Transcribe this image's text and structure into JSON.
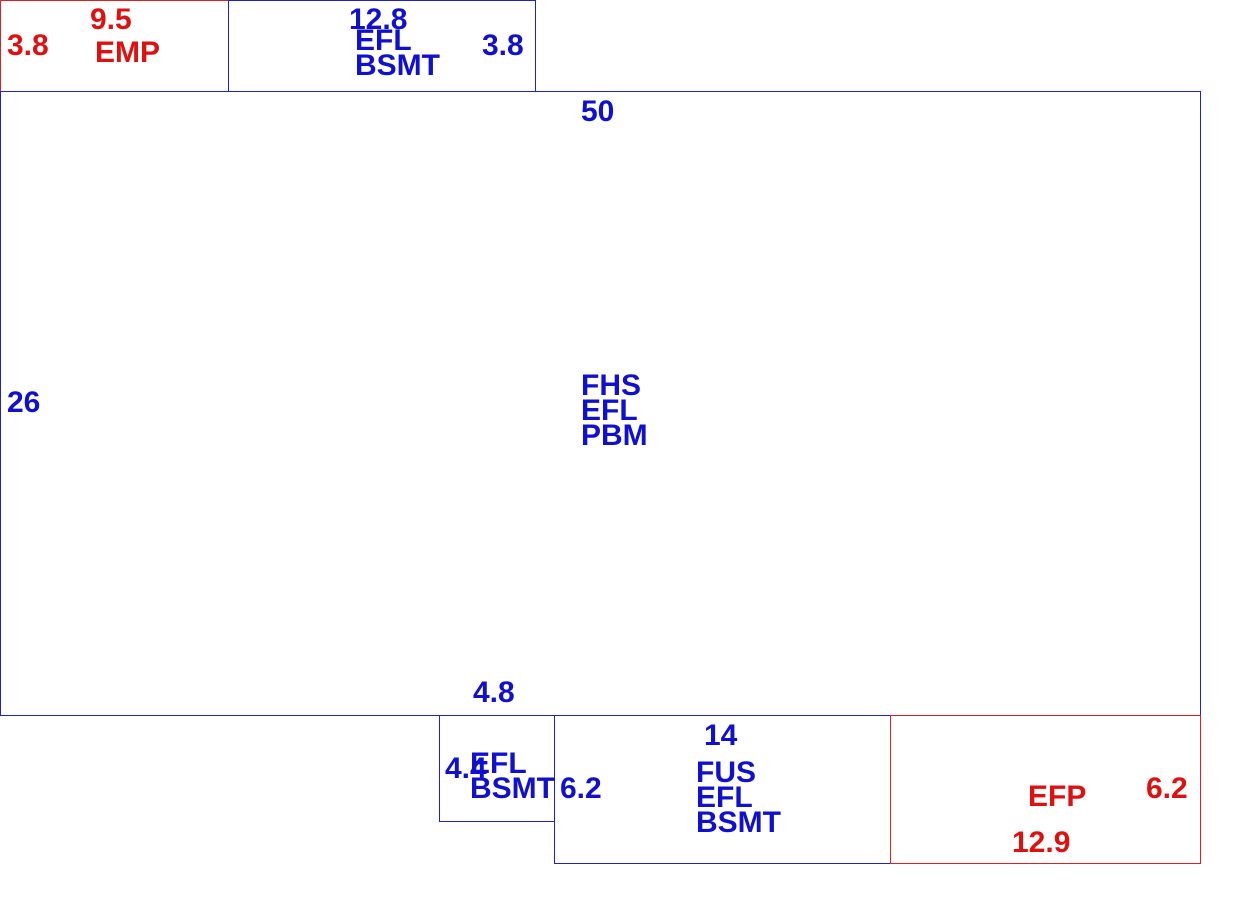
{
  "colors": {
    "living": "#1010d0",
    "porch": "#e01010"
  },
  "areas": {
    "emp": {
      "code": "EMP",
      "dim_top": "9.5",
      "dim_side": "3.8"
    },
    "bsmt_top": {
      "codes": [
        "EFL",
        "BSMT"
      ],
      "dim_top": "12.8",
      "dim_side": "3.8"
    },
    "main": {
      "codes": [
        "FHS",
        "EFL",
        "PBM"
      ],
      "dim_top": "50",
      "dim_side": "26"
    },
    "small_bsmt": {
      "codes": [
        "EFL",
        "BSMT"
      ],
      "dim_top": "4.8",
      "dim_side": "4.4"
    },
    "fus": {
      "codes": [
        "FUS",
        "EFL",
        "BSMT"
      ],
      "dim_top": "14",
      "dim_side": "6.2"
    },
    "efp": {
      "code": "EFP",
      "dim_bottom": "12.9",
      "dim_side": "6.2"
    }
  }
}
